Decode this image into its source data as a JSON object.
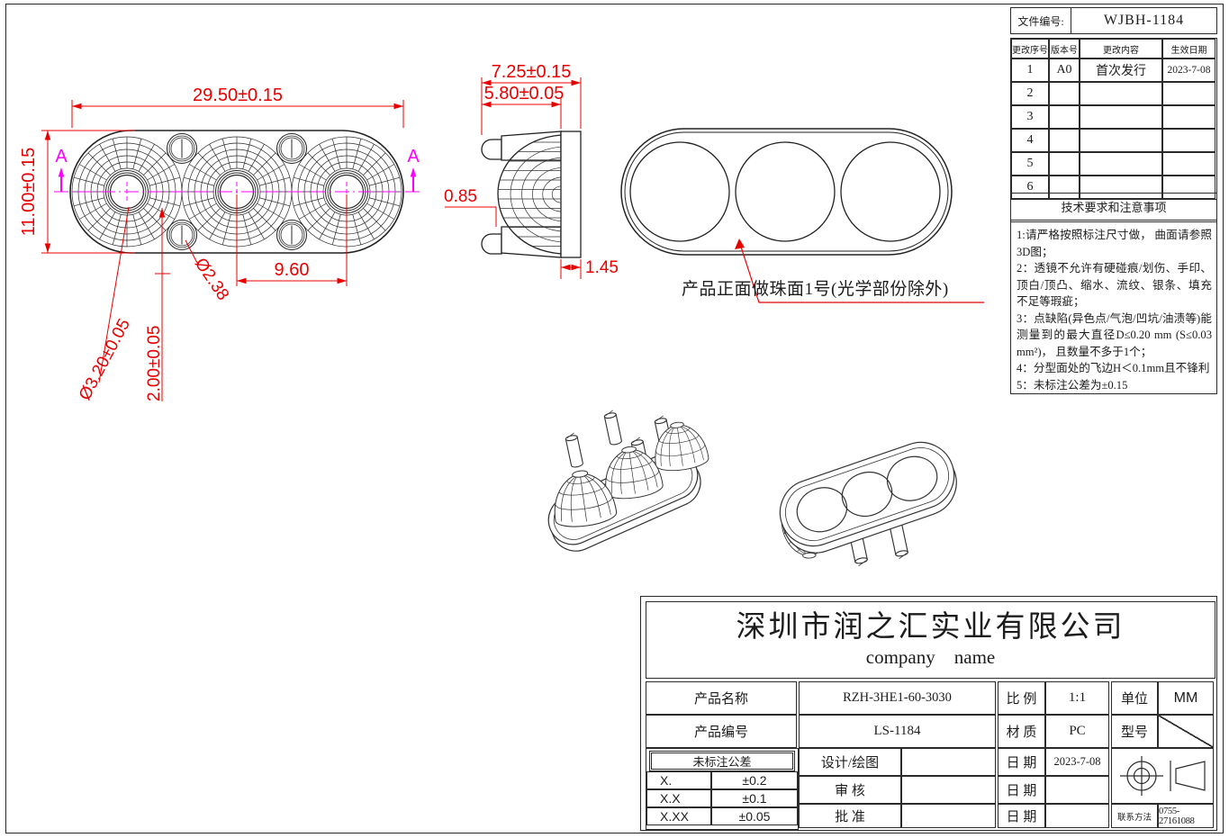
{
  "colors": {
    "dimension_red": "#e80000",
    "centerline_magenta": "#ff00ff",
    "line_black": "#222222"
  },
  "views": {
    "front": {
      "dim_width": "29.50±0.15",
      "dim_height": "11.00±0.15",
      "dim_pitch": "9.60",
      "dim_lens_hole": "Ø3.20±0.05",
      "dim_hole_offset": "2.00±0.05",
      "dim_peg_hole": "Ø2.38",
      "section_label": "A"
    },
    "side": {
      "dim_total_depth": "7.25±0.15",
      "dim_lens_depth": "5.80±0.05",
      "dim_step": "0.85",
      "dim_flange": "1.45"
    },
    "back": {
      "surface_note": "产品正面做珠面1号(光学部份除外)"
    }
  },
  "revision_block": {
    "file_label": "文件编号:",
    "file_no": "WJBH-1184",
    "headers": [
      "更改序号",
      "版本号",
      "更改内容",
      "生效日期"
    ],
    "rows": [
      {
        "no": "1",
        "version": "A0",
        "content": "首次发行",
        "date": "2023-7-08"
      },
      {
        "no": "2",
        "version": "",
        "content": "",
        "date": ""
      },
      {
        "no": "3",
        "version": "",
        "content": "",
        "date": ""
      },
      {
        "no": "4",
        "version": "",
        "content": "",
        "date": ""
      },
      {
        "no": "5",
        "version": "",
        "content": "",
        "date": ""
      },
      {
        "no": "6",
        "version": "",
        "content": "",
        "date": ""
      }
    ]
  },
  "tech_notes": {
    "title": "技术要求和注意事项",
    "lines": [
      "1:请严格按照标注尺寸做， 曲面请参照3D图；",
      "2：透镜不允许有硬碰痕/划伤、手印、顶白/顶凸、缩水、流纹、银条、填充不足等瑕疵；",
      "3：点缺陷(异色点/气泡/凹坑/油渍等)能测量到的最大直径D≤0.20 mm (S≤0.03 mm²)， 且数量不多于1个；",
      "4：分型面处的飞边H＜0.1mm且不锋利",
      "5：未标注公差为±0.15"
    ]
  },
  "title_block": {
    "company": "深圳市润之汇实业有限公司",
    "company_sub": "company    name",
    "product_name_label": "产品名称",
    "product_name": "RZH-3HE1-60-3030",
    "scale_label": "比 例",
    "scale": "1:1",
    "unit_label": "单位",
    "unit": "MM",
    "part_no_label": "产品编号",
    "part_no": "LS-1184",
    "material_label": "材 质",
    "material": "PC",
    "model_label": "型号",
    "tolerance_title": "未标注公差",
    "tolerances": [
      [
        "X.",
        "±0.2"
      ],
      [
        "X.X",
        "±0.1"
      ],
      [
        "X.XX",
        "±0.05"
      ]
    ],
    "designer_label": "设计/绘图",
    "checker_label": "审 核",
    "approver_label": "批 准",
    "date_label": "日 期",
    "design_date": "2023-7-08",
    "contact_label": "联系方法",
    "contact_phone": "0755-27161088"
  }
}
